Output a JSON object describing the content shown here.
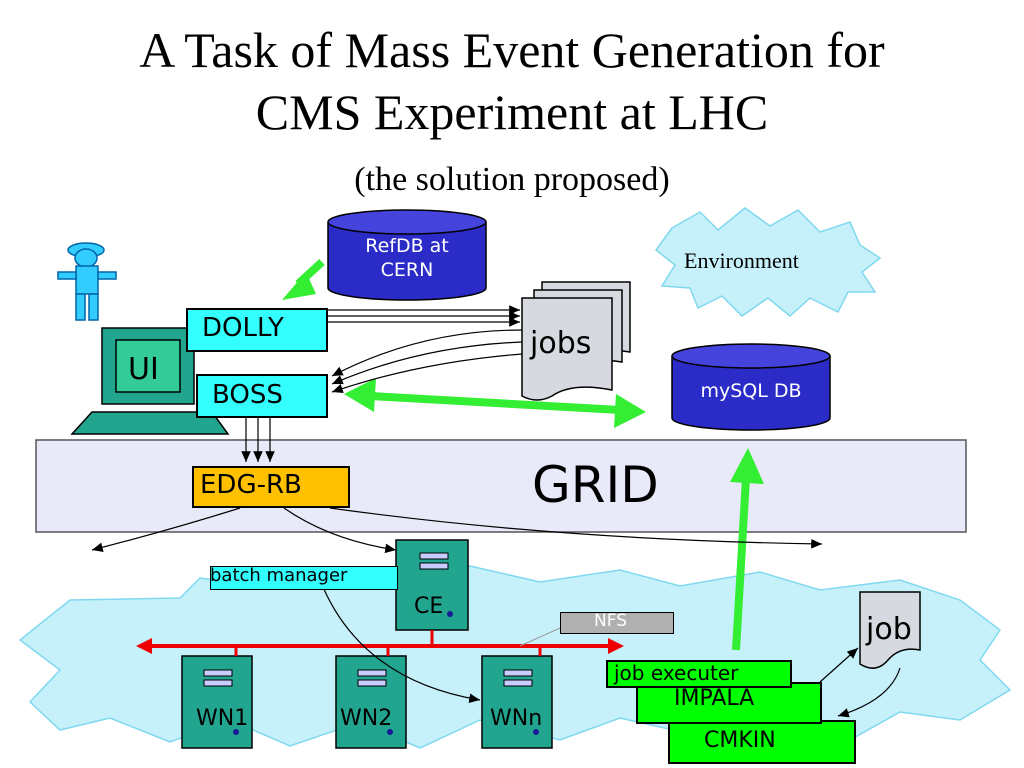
{
  "title": {
    "line1": "A Task of Mass Event Generation for",
    "line2": "CMS Experiment at LHC",
    "line3": "(the solution proposed)"
  },
  "labels": {
    "refdb": "RefDB at\nCERN",
    "environment": "Environment",
    "dolly": "DOLLY",
    "boss": "BOSS",
    "ui": "UI",
    "jobs": "jobs",
    "mysql": "mySQL DB",
    "grid": "GRID",
    "edg_rb": "EDG-RB",
    "batch_manager": "batch manager",
    "ce": "CE",
    "nfs": "NFS",
    "wn1": "WN1",
    "wn2": "WN2",
    "wnn": "WNn",
    "job": "job",
    "job_executer": "job executer",
    "impala": "IMPALA",
    "cmkin": "CMKIN"
  },
  "colors": {
    "cyan": "#33ffff",
    "teal": "#22a58f",
    "blue_db": "#2b2bc8",
    "grid_fill": "#e8eafa",
    "orange": "#ffc000",
    "green_bright": "#00ff00",
    "arrow_green": "#33ee33",
    "red": "#ee0000",
    "cloud": "#c6f1fb",
    "grey": "#b0b0b0",
    "doc": "#d6d9e0"
  }
}
